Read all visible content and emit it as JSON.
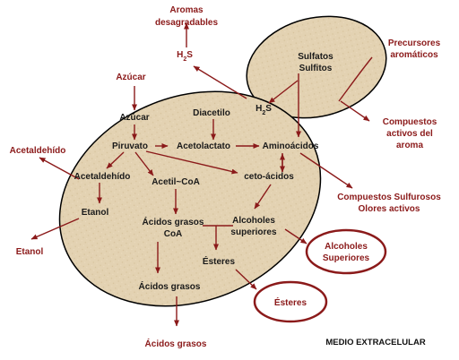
{
  "colors": {
    "arrow": "#8b1a1a",
    "outside_text": "#8b1a1a",
    "inside_text": "#1a1a1a",
    "cell_fill": "#e3d2b2",
    "cell_border": "#000000"
  },
  "inside": {
    "sulfatos": "Sulfatos",
    "sulfitos": "Sulfitos",
    "h2s_inner": "H2S",
    "azucar": "Azúcar",
    "diacetilo": "Diacetilo",
    "piruvato": "Piruvato",
    "acetolactato": "Acetolactato",
    "aminoacidos": "Aminoácidos",
    "acetaldehido": "Acetaldehído",
    "acetil_coa": "Acetil~CoA",
    "ceto_acidos": "ceto-ácidos",
    "etanol": "Etanol",
    "acidos_grasos_coa_1": "Ácidos grasos",
    "acidos_grasos_coa_2": "CoA",
    "alcoholes_sup_1": "Alcoholes",
    "alcoholes_sup_2": "superiores",
    "esteres": "Ésteres",
    "acidos_grasos": "Ácidos grasos"
  },
  "outside": {
    "aromas_1": "Aromas",
    "aromas_2": "desagradables",
    "h2s_outer": "H2S",
    "azucar_ext": "Azúcar",
    "precursores_1": "Precursores",
    "precursores_2": "aromáticos",
    "compuestos_1": "Compuestos",
    "compuestos_2": "activos del",
    "compuestos_3": "aroma",
    "acetaldehido_ext": "Acetaldehído",
    "sulfurosos_1": "Compuestos Sulfurosos",
    "sulfurosos_2": "Olores activos",
    "etanol_ext": "Etanol",
    "alcoholes_circle_1": "Alcoholes",
    "alcoholes_circle_2": "Superiores",
    "esteres_circle": "Ésteres",
    "acidos_grasos_ext": "Ácidos grasos",
    "medio": "MEDIO EXTRACELULAR"
  }
}
